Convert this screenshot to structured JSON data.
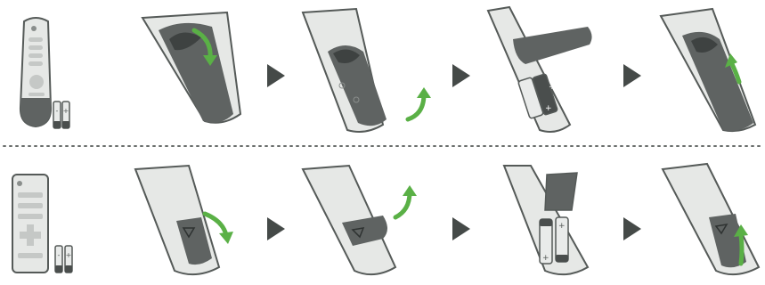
{
  "colors": {
    "remote_body": "#e6e8e6",
    "remote_outline": "#555a58",
    "cover": "#5f6362",
    "cover_shadow": "#3e4241",
    "arrow_green": "#5ab046",
    "step_triangle": "#454a48",
    "divider": "#6a6e6c",
    "battery": "#e9ebea",
    "battery_cap": "#4a4e4d"
  },
  "icons": {
    "step_arrow": "triangle-right-icon",
    "motion_arrow": "curved-arrow-icon",
    "battery_plus": "+",
    "battery_minus": "-"
  },
  "rows": [
    {
      "remote_type": "magic-remote",
      "steps": [
        {
          "action": "overview",
          "arrow": "none"
        },
        {
          "action": "slide-cover-down",
          "arrow": "down"
        },
        {
          "action": "lift-cover-open",
          "arrow": "up"
        },
        {
          "action": "insert-batteries",
          "arrow": "none"
        },
        {
          "action": "slide-cover-closed",
          "arrow": "up"
        }
      ]
    },
    {
      "remote_type": "standard-remote",
      "steps": [
        {
          "action": "overview",
          "arrow": "none"
        },
        {
          "action": "slide-cover-down",
          "arrow": "down"
        },
        {
          "action": "lift-cover-open",
          "arrow": "up"
        },
        {
          "action": "insert-batteries",
          "arrow": "none"
        },
        {
          "action": "slide-cover-closed",
          "arrow": "up"
        }
      ]
    }
  ]
}
